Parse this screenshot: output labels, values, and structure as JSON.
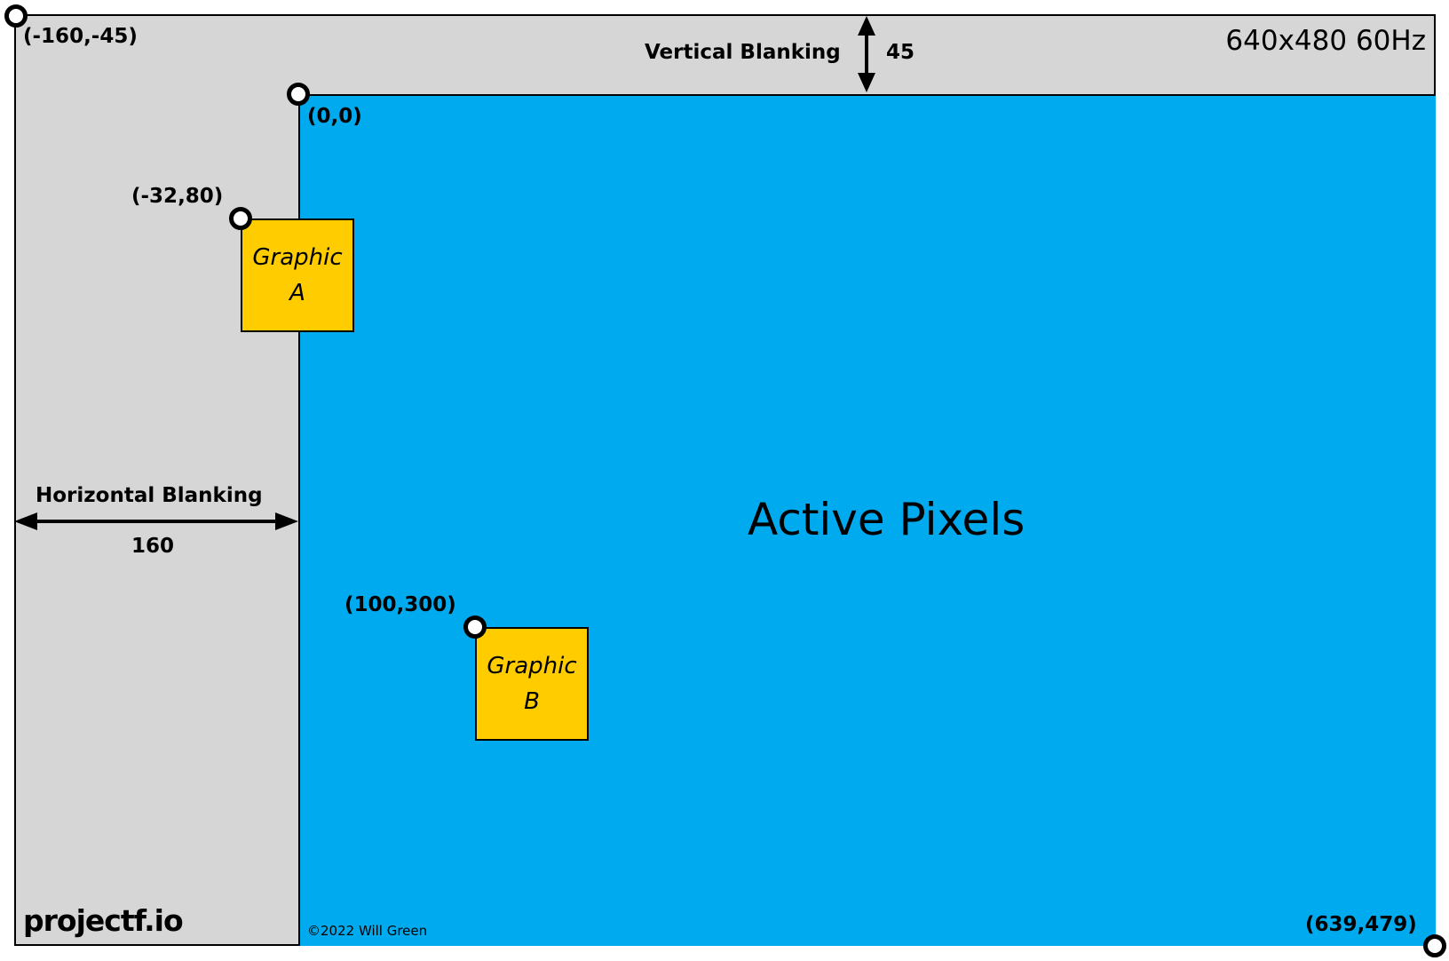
{
  "diagram": {
    "mode_label": "640x480 60Hz",
    "active_label": "Active Pixels",
    "vertical_blanking": {
      "label": "Vertical Blanking",
      "value": "45"
    },
    "horizontal_blanking": {
      "label": "Horizontal Blanking",
      "value": "160"
    },
    "coords": {
      "top_left": "(-160,-45)",
      "origin": "(0,0)",
      "graphic_a": "(-32,80)",
      "graphic_b": "(100,300)",
      "bottom_right": "(639,479)"
    },
    "graphic_a": {
      "line1": "Graphic",
      "line2": "A"
    },
    "graphic_b": {
      "line1": "Graphic",
      "line2": "B"
    },
    "brand": "projectf.io",
    "copyright": "©2022 Will Green"
  },
  "colors": {
    "blanking": "#d6d6d6",
    "active": "#00aaee",
    "graphic": "#ffcc00",
    "outline": "#000000"
  }
}
